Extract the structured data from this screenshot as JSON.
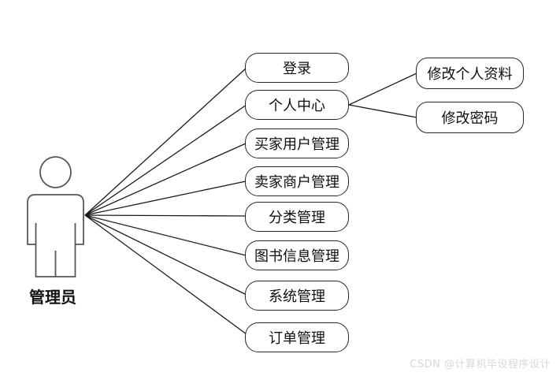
{
  "diagram": {
    "title": "admin-use-case-diagram",
    "actor": {
      "label": "管理员"
    },
    "usecases": [
      {
        "id": "login",
        "label": "登录"
      },
      {
        "id": "personal-center",
        "label": "个人中心"
      },
      {
        "id": "buyer-user-mgmt",
        "label": "买家用户管理"
      },
      {
        "id": "seller-merchant-mgmt",
        "label": "卖家商户管理"
      },
      {
        "id": "category-mgmt",
        "label": "分类管理"
      },
      {
        "id": "book-info-mgmt",
        "label": "图书信息管理"
      },
      {
        "id": "system-mgmt",
        "label": "系统管理"
      },
      {
        "id": "order-mgmt",
        "label": "订单管理"
      }
    ],
    "sub_usecases": [
      {
        "id": "edit-profile",
        "label": "修改个人资料",
        "parent": "个人中心"
      },
      {
        "id": "edit-password",
        "label": "修改密码",
        "parent": "个人中心"
      }
    ],
    "watermark": "CSDN @计算机毕设程序设计",
    "colors": {
      "connector_line": "#1a1a1a",
      "bubble_border": "#262626",
      "actor_stroke": "#575757",
      "watermark_text": "#d9d9d9",
      "background": "#ffffff"
    }
  }
}
